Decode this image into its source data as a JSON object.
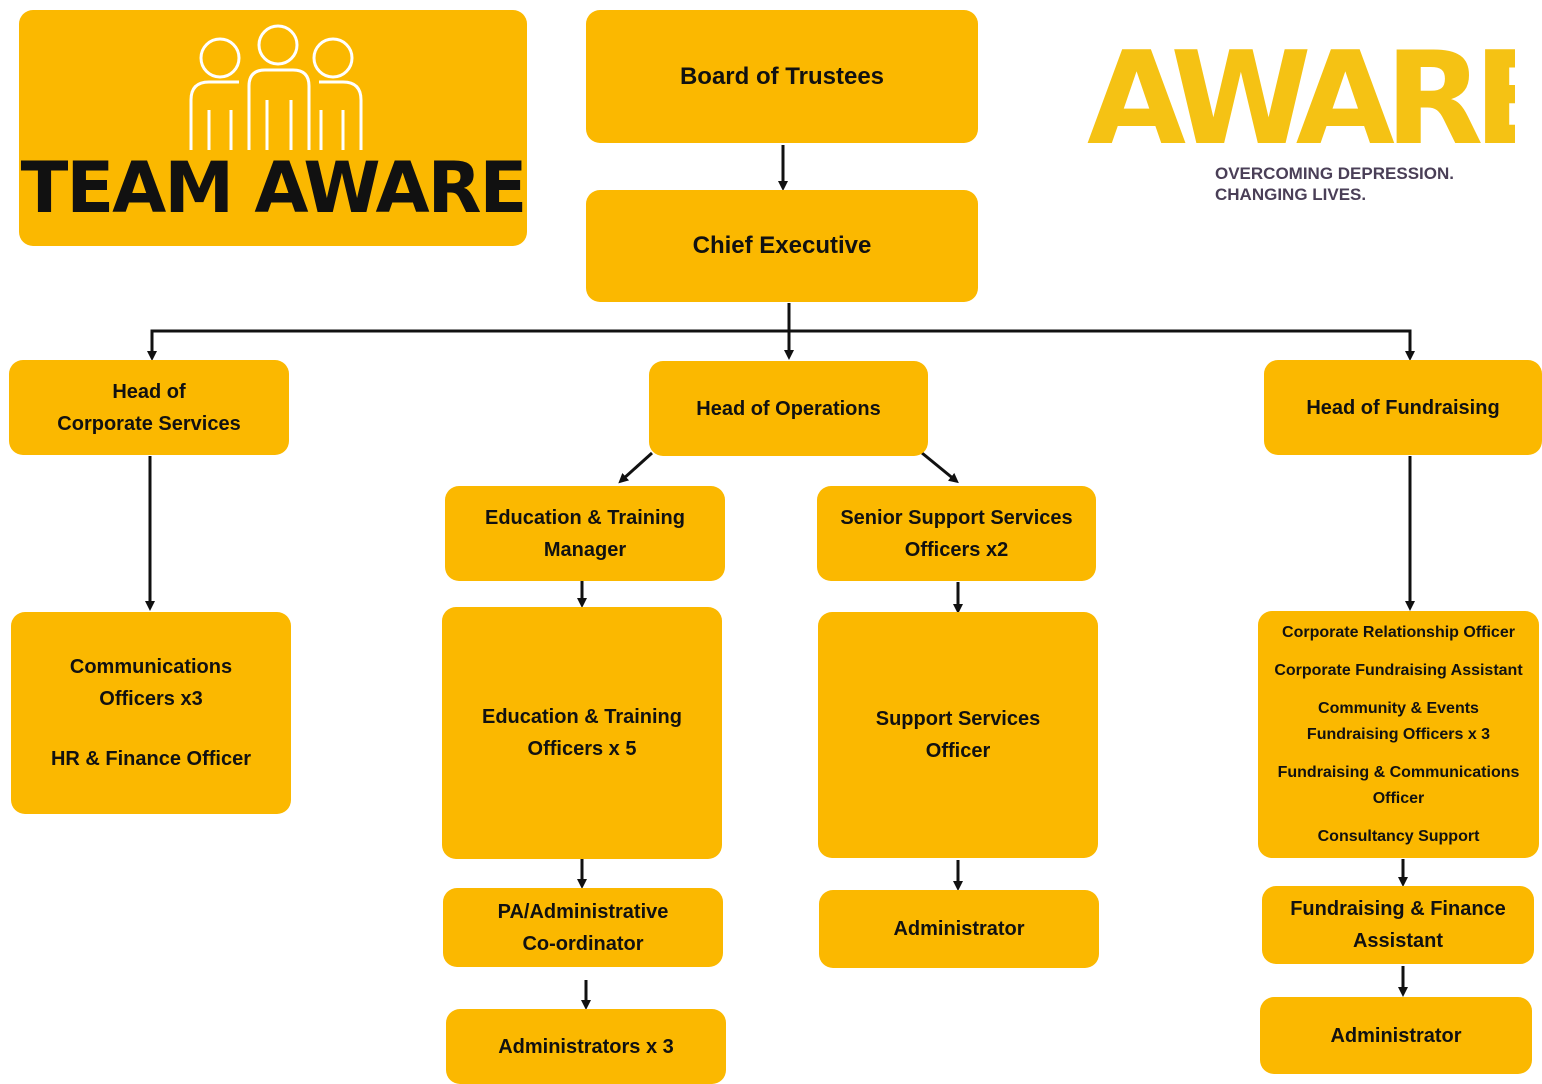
{
  "team_title": "TEAM AWARE",
  "logo": {
    "wordmark": "AWARE",
    "tagline_1": "OVERCOMING DEPRESSION.",
    "tagline_2": "CHANGING LIVES."
  },
  "colors": {
    "box": "#fbb800",
    "logo": "#f5c214",
    "text": "#111111",
    "tagline": "#4a3f57"
  },
  "icons": [
    "people-group-icon"
  ],
  "nodes": {
    "board": "Board of Trustees",
    "chief": "Chief Executive",
    "corp_head_1": "Head of",
    "corp_head_2": "Corporate Services",
    "ops_head": "Head of Operations",
    "fund_head": "Head of Fundraising",
    "comms_1": "Communications",
    "comms_2": "Officers x3",
    "hr": "HR & Finance Officer",
    "etm_1": "Education & Training",
    "etm_2": "Manager",
    "eto_1": "Education & Training",
    "eto_2": "Officers x 5",
    "pa_1": "PA/Administrative",
    "pa_2": "Co-ordinator",
    "admins3": "Administrators x 3",
    "sss_1": "Senior Support Services",
    "sss_2": "Officers x2",
    "sso_1": "Support Services",
    "sso_2": "Officer",
    "ops_admin": "Administrator",
    "fund_list": [
      "Corporate Relationship Officer",
      "Corporate Fundraising Assistant",
      "Community & Events",
      "Fundraising Officers x 3",
      "Fundraising & Communications",
      "Officer",
      "Consultancy Support"
    ],
    "ffa_1": "Fundraising & Finance",
    "ffa_2": "Assistant",
    "fund_admin": "Administrator"
  }
}
